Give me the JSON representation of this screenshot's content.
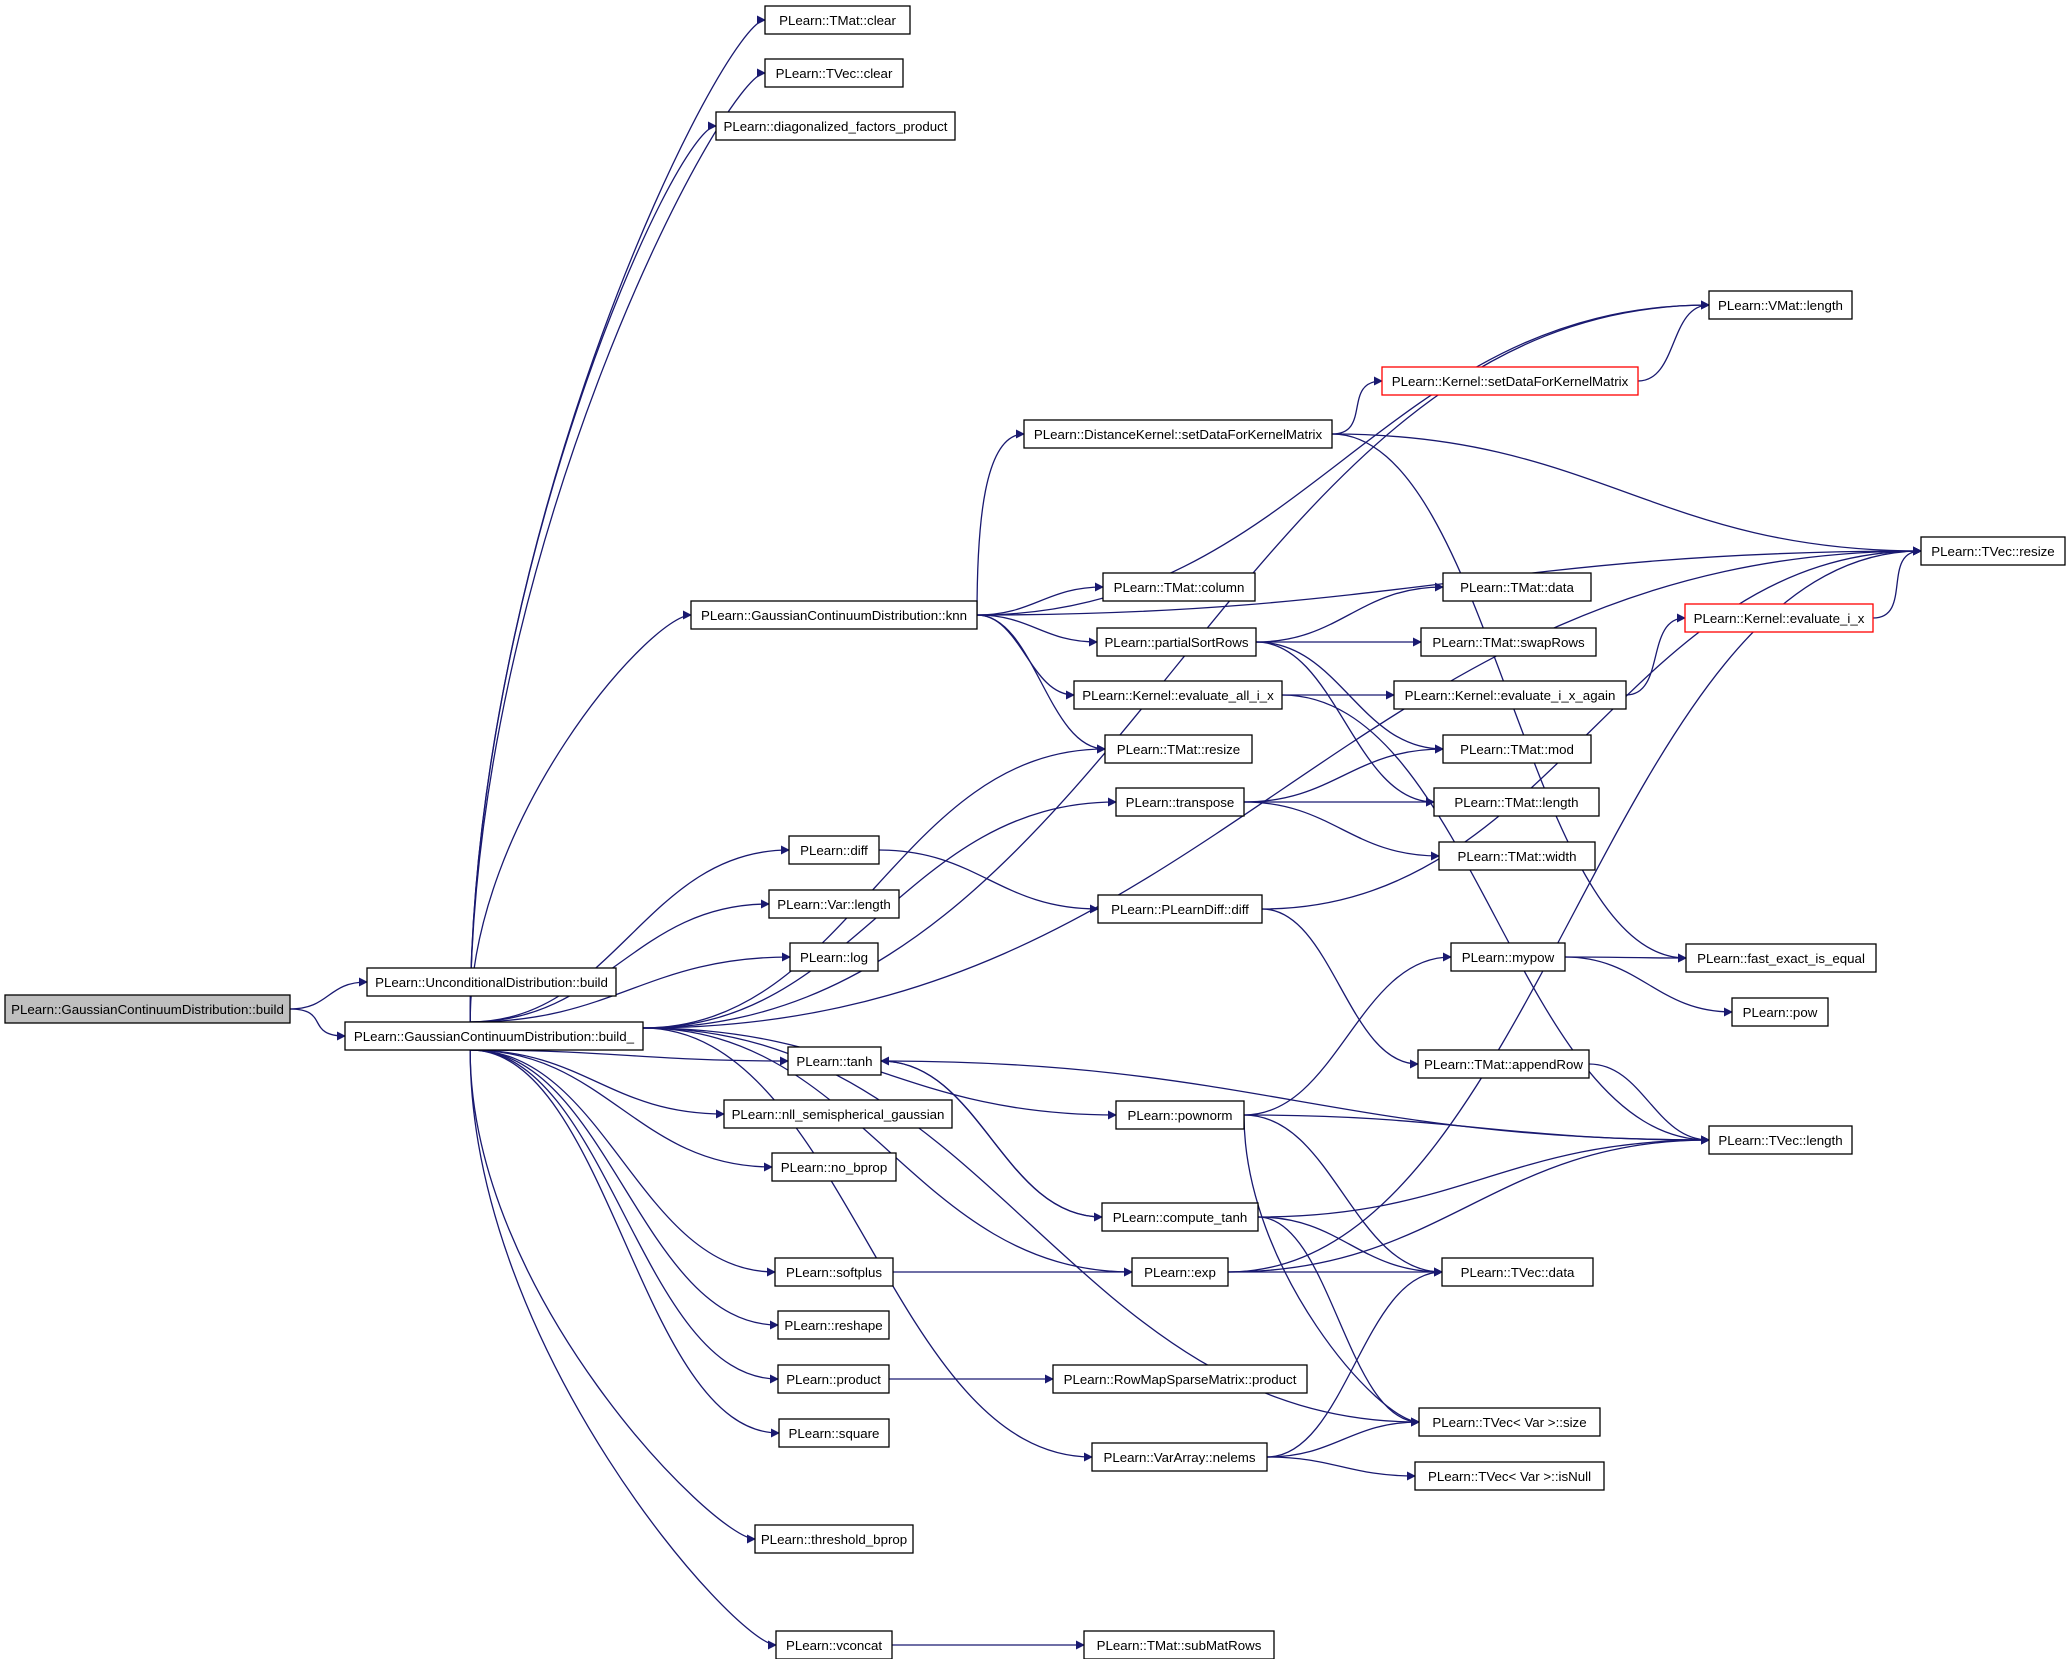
{
  "colors": {
    "edge": "#191970",
    "node_border": "#000000",
    "partial_border": "#ff0000",
    "root_fill": "#bfbfbf",
    "background": "#ffffff"
  },
  "nodes": [
    {
      "id": "root",
      "label": "PLearn::GaussianContinuumDistribution::build",
      "kind": "root"
    },
    {
      "id": "ucd_build",
      "label": "PLearn::UnconditionalDistribution::build"
    },
    {
      "id": "gcd_build_",
      "label": "PLearn::GaussianContinuumDistribution::build_"
    },
    {
      "id": "tmat_clear",
      "label": "PLearn::TMat::clear"
    },
    {
      "id": "tvec_clear",
      "label": "PLearn::TVec::clear"
    },
    {
      "id": "diag",
      "label": "PLearn::diagonalized_factors_product"
    },
    {
      "id": "vmat_length",
      "label": "PLearn::VMat::length"
    },
    {
      "id": "kernel_setdata",
      "label": "PLearn::Kernel::setDataForKernelMatrix",
      "kind": "partial"
    },
    {
      "id": "dk_setdata",
      "label": "PLearn::DistanceKernel::setDataForKernelMatrix"
    },
    {
      "id": "tvec_resize",
      "label": "PLearn::TVec::resize"
    },
    {
      "id": "tmat_column",
      "label": "PLearn::TMat::column"
    },
    {
      "id": "tmat_data",
      "label": "PLearn::TMat::data"
    },
    {
      "id": "knn",
      "label": "PLearn::GaussianContinuumDistribution::knn"
    },
    {
      "id": "kernel_eval_i_x",
      "label": "PLearn::Kernel::evaluate_i_x",
      "kind": "partial"
    },
    {
      "id": "partialsort",
      "label": "PLearn::partialSortRows"
    },
    {
      "id": "swaprows",
      "label": "PLearn::TMat::swapRows"
    },
    {
      "id": "eval_all",
      "label": "PLearn::Kernel::evaluate_all_i_x"
    },
    {
      "id": "eval_again",
      "label": "PLearn::Kernel::evaluate_i_x_again"
    },
    {
      "id": "tmat_resize",
      "label": "PLearn::TMat::resize"
    },
    {
      "id": "tmat_mod",
      "label": "PLearn::TMat::mod"
    },
    {
      "id": "transpose",
      "label": "PLearn::transpose"
    },
    {
      "id": "tmat_length",
      "label": "PLearn::TMat::length"
    },
    {
      "id": "diff",
      "label": "PLearn::diff"
    },
    {
      "id": "tmat_width",
      "label": "PLearn::TMat::width"
    },
    {
      "id": "var_length",
      "label": "PLearn::Var::length"
    },
    {
      "id": "pldiff",
      "label": "PLearn::PLearnDiff::diff"
    },
    {
      "id": "log",
      "label": "PLearn::log"
    },
    {
      "id": "mypow",
      "label": "PLearn::mypow"
    },
    {
      "id": "fast_eq",
      "label": "PLearn::fast_exact_is_equal"
    },
    {
      "id": "pow",
      "label": "PLearn::pow"
    },
    {
      "id": "tanh",
      "label": "PLearn::tanh"
    },
    {
      "id": "append",
      "label": "PLearn::TMat::appendRow"
    },
    {
      "id": "nll",
      "label": "PLearn::nll_semispherical_gaussian"
    },
    {
      "id": "pownorm",
      "label": "PLearn::pownorm"
    },
    {
      "id": "tvec_length",
      "label": "PLearn::TVec::length"
    },
    {
      "id": "no_bprop",
      "label": "PLearn::no_bprop"
    },
    {
      "id": "compute_tanh",
      "label": "PLearn::compute_tanh"
    },
    {
      "id": "softplus",
      "label": "PLearn::softplus"
    },
    {
      "id": "exp",
      "label": "PLearn::exp"
    },
    {
      "id": "tvec_data",
      "label": "PLearn::TVec::data"
    },
    {
      "id": "reshape",
      "label": "PLearn::reshape"
    },
    {
      "id": "product",
      "label": "PLearn::product"
    },
    {
      "id": "rowmap",
      "label": "PLearn::RowMapSparseMatrix::product"
    },
    {
      "id": "square",
      "label": "PLearn::square"
    },
    {
      "id": "varsize",
      "label": "PLearn::TVec< Var >::size"
    },
    {
      "id": "nelems",
      "label": "PLearn::VarArray::nelems"
    },
    {
      "id": "isnull",
      "label": "PLearn::TVec< Var >::isNull"
    },
    {
      "id": "threshold",
      "label": "PLearn::threshold_bprop"
    },
    {
      "id": "vconcat",
      "label": "PLearn::vconcat"
    },
    {
      "id": "submat",
      "label": "PLearn::TMat::subMatRows"
    }
  ],
  "edges": [
    [
      "root",
      "ucd_build"
    ],
    [
      "root",
      "gcd_build_"
    ],
    [
      "gcd_build_",
      "tmat_clear"
    ],
    [
      "gcd_build_",
      "tvec_clear"
    ],
    [
      "gcd_build_",
      "diag"
    ],
    [
      "gcd_build_",
      "tvec_resize"
    ],
    [
      "gcd_build_",
      "vmat_length"
    ],
    [
      "gcd_build_",
      "knn"
    ],
    [
      "gcd_build_",
      "tmat_resize"
    ],
    [
      "gcd_build_",
      "transpose"
    ],
    [
      "gcd_build_",
      "diff"
    ],
    [
      "gcd_build_",
      "var_length"
    ],
    [
      "gcd_build_",
      "log"
    ],
    [
      "gcd_build_",
      "tanh"
    ],
    [
      "gcd_build_",
      "pownorm"
    ],
    [
      "gcd_build_",
      "nll"
    ],
    [
      "gcd_build_",
      "no_bprop"
    ],
    [
      "gcd_build_",
      "softplus"
    ],
    [
      "gcd_build_",
      "exp"
    ],
    [
      "gcd_build_",
      "reshape"
    ],
    [
      "gcd_build_",
      "product"
    ],
    [
      "gcd_build_",
      "square"
    ],
    [
      "gcd_build_",
      "nelems"
    ],
    [
      "gcd_build_",
      "threshold"
    ],
    [
      "gcd_build_",
      "varsize"
    ],
    [
      "gcd_build_",
      "vconcat"
    ],
    [
      "knn",
      "vmat_length"
    ],
    [
      "knn",
      "dk_setdata"
    ],
    [
      "knn",
      "tvec_resize"
    ],
    [
      "knn",
      "tmat_column"
    ],
    [
      "knn",
      "partialsort"
    ],
    [
      "knn",
      "eval_all"
    ],
    [
      "knn",
      "tmat_resize"
    ],
    [
      "dk_setdata",
      "kernel_setdata"
    ],
    [
      "dk_setdata",
      "tvec_resize"
    ],
    [
      "dk_setdata",
      "fast_eq"
    ],
    [
      "kernel_setdata",
      "vmat_length"
    ],
    [
      "partialsort",
      "tmat_data"
    ],
    [
      "partialsort",
      "swaprows"
    ],
    [
      "partialsort",
      "tmat_mod"
    ],
    [
      "partialsort",
      "tmat_length"
    ],
    [
      "eval_all",
      "eval_again"
    ],
    [
      "eval_all",
      "tvec_length"
    ],
    [
      "eval_again",
      "kernel_eval_i_x"
    ],
    [
      "kernel_eval_i_x",
      "tvec_resize"
    ],
    [
      "transpose",
      "tmat_mod"
    ],
    [
      "transpose",
      "tmat_length"
    ],
    [
      "transpose",
      "tmat_width"
    ],
    [
      "diff",
      "pldiff"
    ],
    [
      "pldiff",
      "tvec_resize"
    ],
    [
      "pldiff",
      "append"
    ],
    [
      "mypow",
      "fast_eq"
    ],
    [
      "mypow",
      "pow"
    ],
    [
      "append",
      "tvec_length"
    ],
    [
      "tanh",
      "compute_tanh"
    ],
    [
      "tanh",
      "tvec_length"
    ],
    [
      "compute_tanh",
      "tanh"
    ],
    [
      "compute_tanh",
      "tvec_length"
    ],
    [
      "compute_tanh",
      "tvec_data"
    ],
    [
      "compute_tanh",
      "varsize"
    ],
    [
      "pownorm",
      "mypow"
    ],
    [
      "pownorm",
      "tvec_length"
    ],
    [
      "pownorm",
      "tvec_data"
    ],
    [
      "pownorm",
      "varsize"
    ],
    [
      "softplus",
      "exp"
    ],
    [
      "exp",
      "tvec_data"
    ],
    [
      "exp",
      "tvec_length"
    ],
    [
      "exp",
      "tvec_resize"
    ],
    [
      "product",
      "rowmap"
    ],
    [
      "nelems",
      "tvec_data"
    ],
    [
      "nelems",
      "varsize"
    ],
    [
      "nelems",
      "isnull"
    ],
    [
      "vconcat",
      "submat"
    ]
  ]
}
